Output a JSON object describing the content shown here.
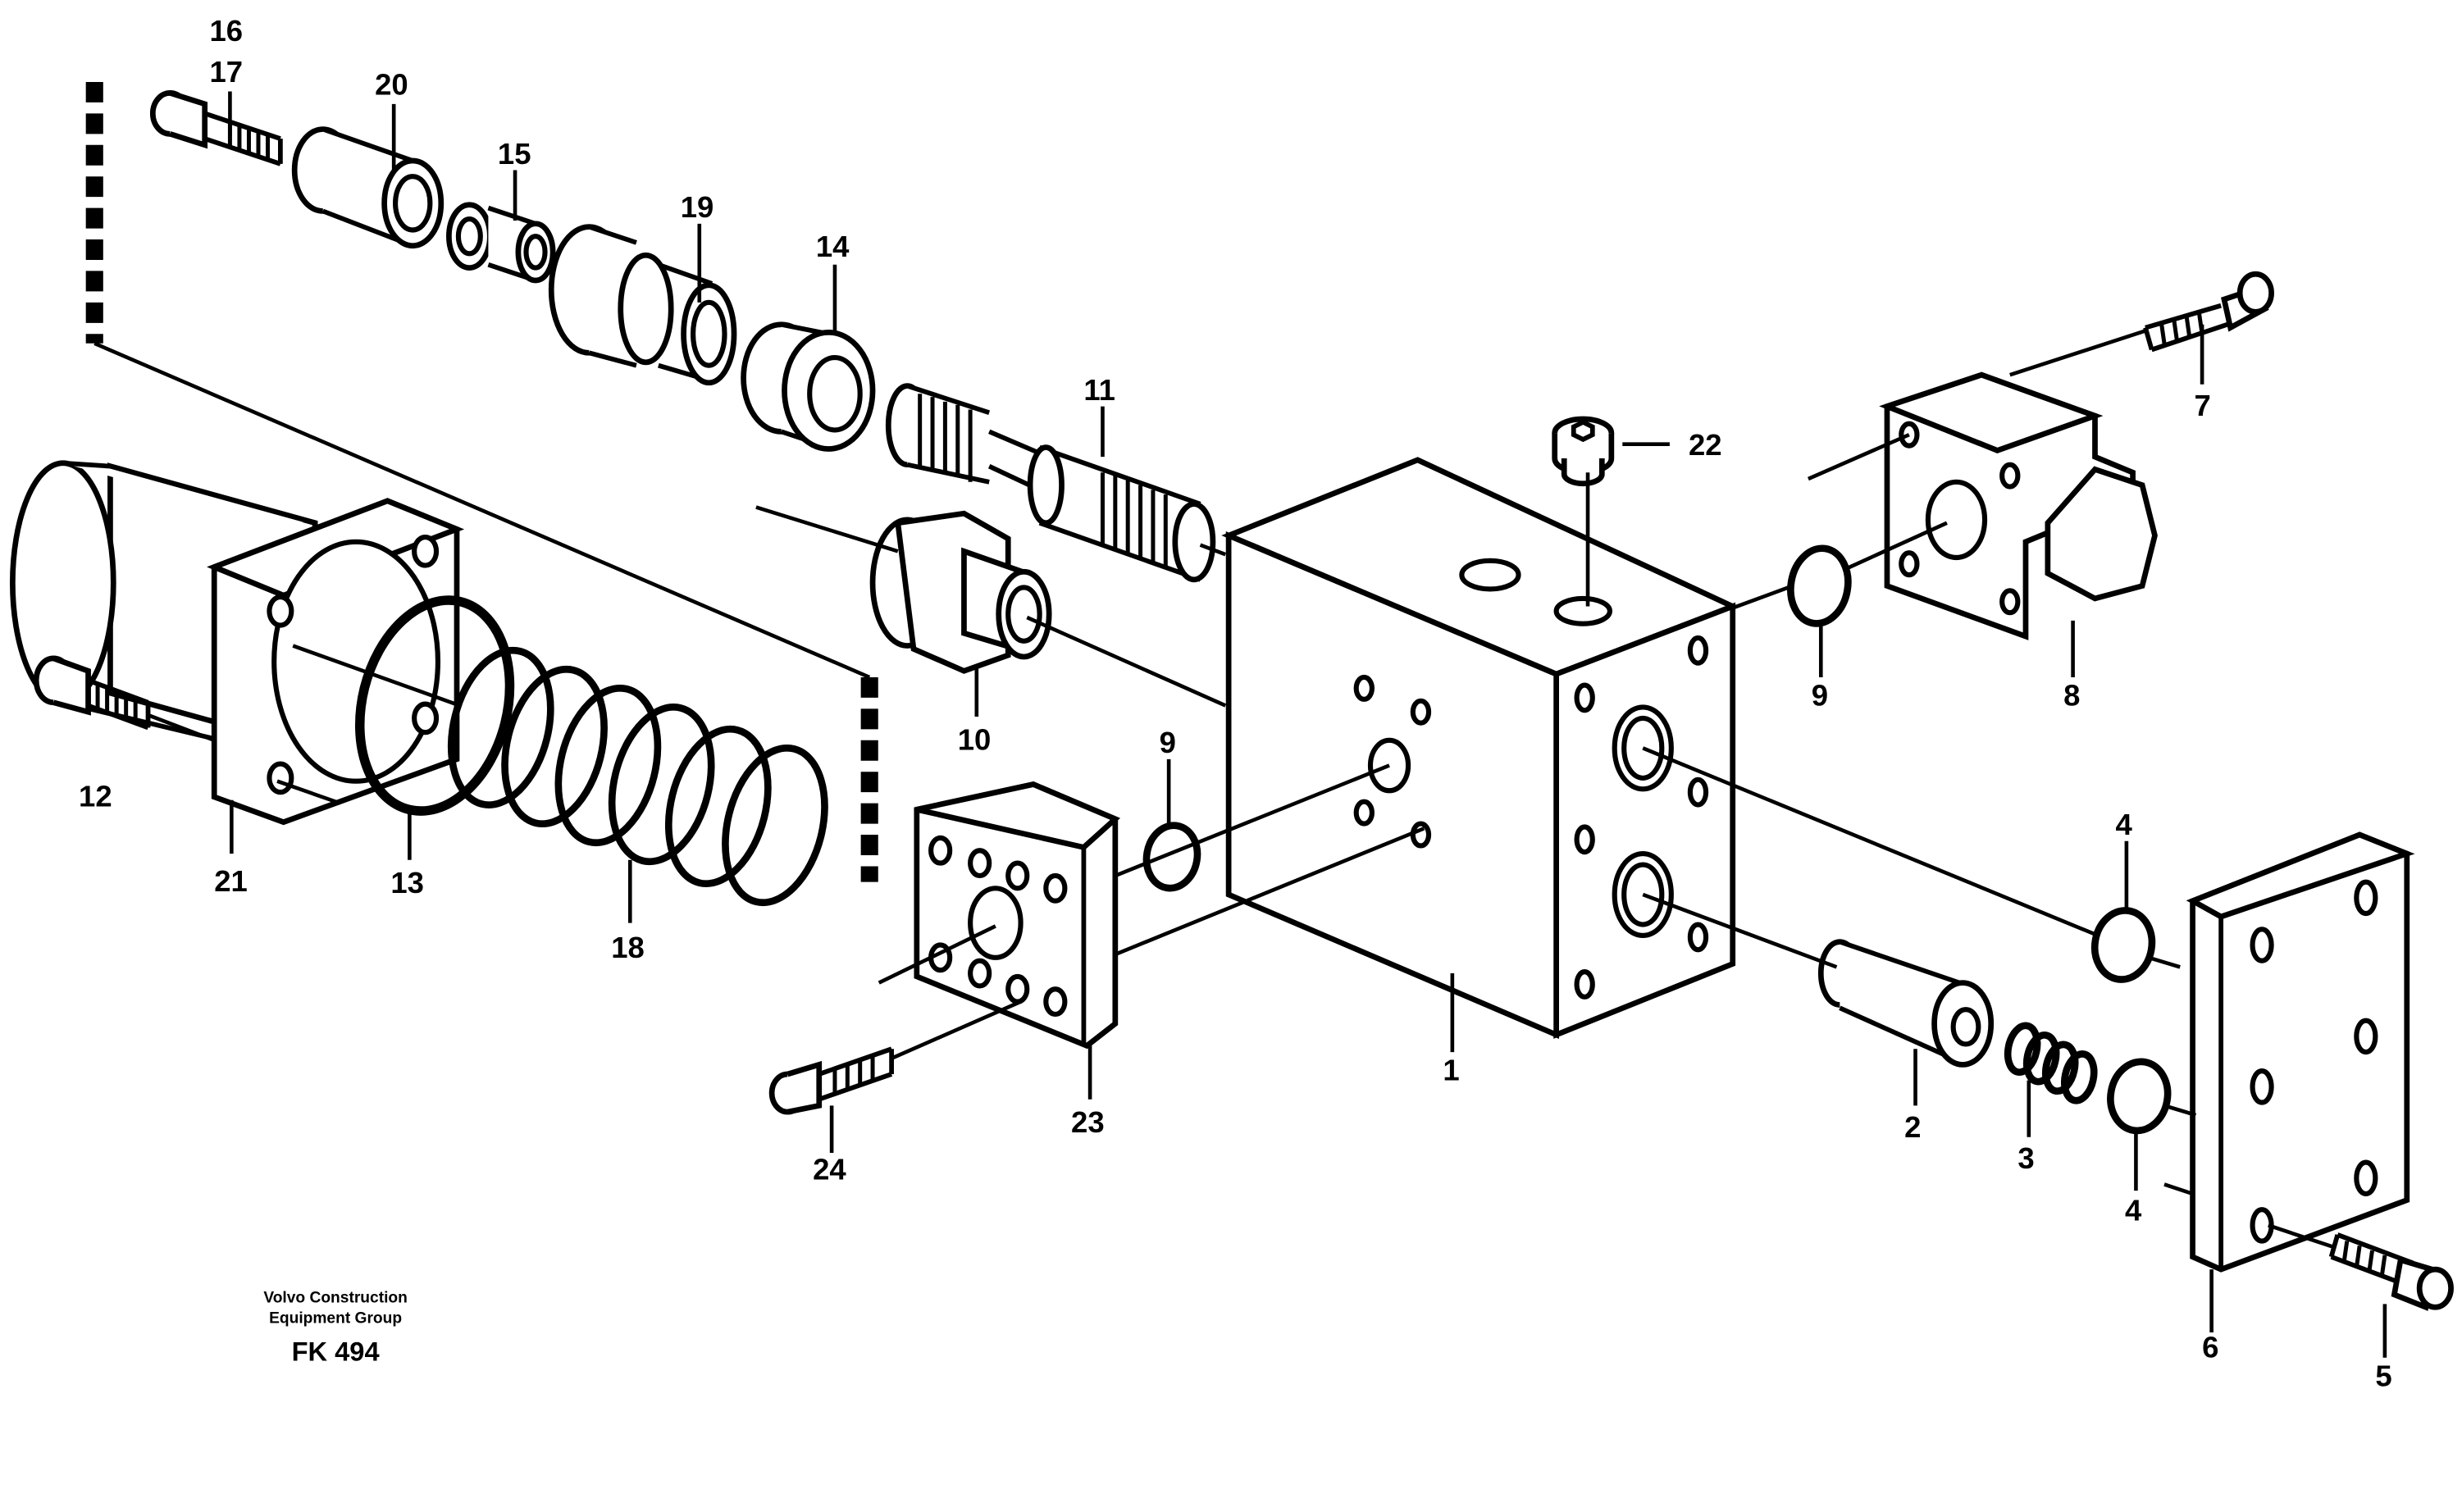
{
  "callouts": {
    "c1": "1",
    "c2": "2",
    "c3": "3",
    "c4a": "4",
    "c4b": "4",
    "c5": "5",
    "c6": "6",
    "c7": "7",
    "c8": "8",
    "c9a": "9",
    "c9b": "9",
    "c10": "10",
    "c11": "11",
    "c12": "12",
    "c13": "13",
    "c14": "14",
    "c15": "15",
    "c16": "16",
    "c17": "17",
    "c18": "18",
    "c19": "19",
    "c20": "20",
    "c21": "21",
    "c22": "22",
    "c23": "23",
    "c24": "24"
  },
  "footer": {
    "brand_line1": "Volvo Construction",
    "brand_line2": "Equipment Group",
    "drawing_code": "FK 494"
  }
}
